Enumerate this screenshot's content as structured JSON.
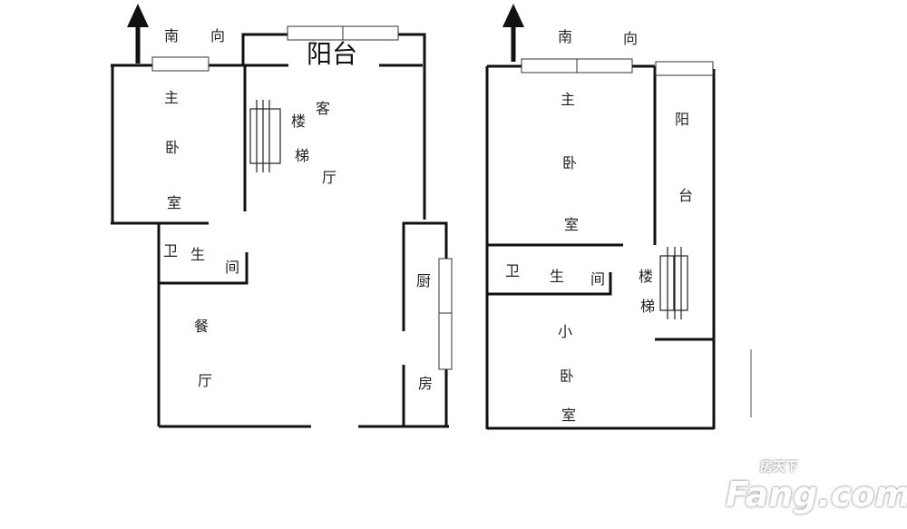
{
  "left_plan": {
    "orientation": [
      "南",
      "向"
    ],
    "balcony": "阳台",
    "master_bedroom": [
      "主",
      "卧",
      "室"
    ],
    "stairs": [
      "楼",
      "梯"
    ],
    "living_room": [
      "客",
      "厅"
    ],
    "bathroom": [
      "卫",
      "生",
      "间"
    ],
    "dining_room": [
      "餐",
      "厅"
    ],
    "kitchen": [
      "厨",
      "房"
    ]
  },
  "right_plan": {
    "orientation": [
      "南",
      "向"
    ],
    "master_bedroom": [
      "主",
      "卧",
      "室"
    ],
    "balcony": [
      "阳",
      "台"
    ],
    "bathroom": [
      "卫",
      "生",
      "间"
    ],
    "stairs": [
      "楼",
      "梯"
    ],
    "small_bedroom": [
      "小",
      "卧",
      "室"
    ]
  },
  "watermark": {
    "brand": "Fang.com",
    "cn": "房天下"
  }
}
